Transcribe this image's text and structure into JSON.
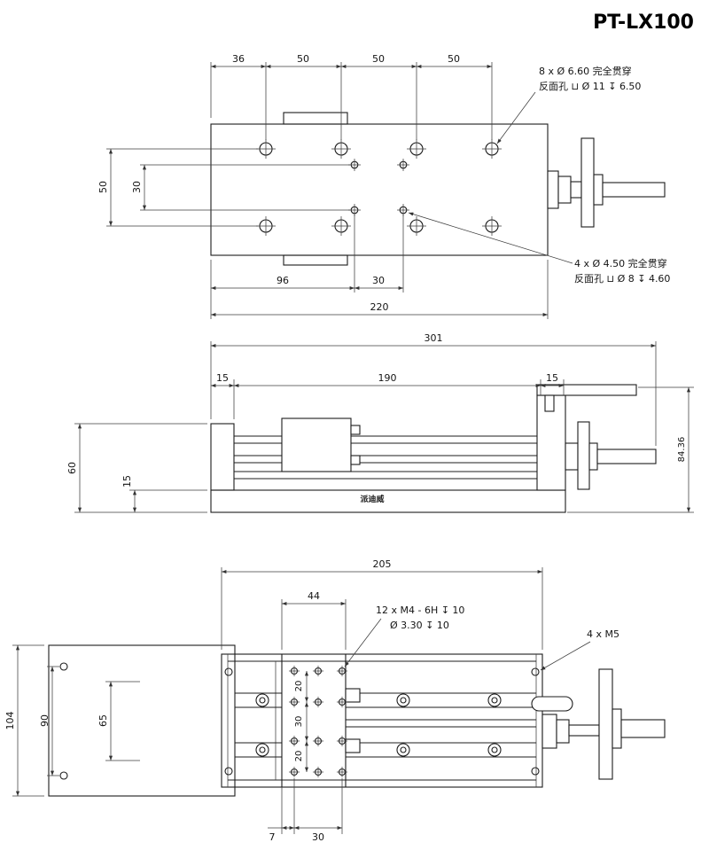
{
  "drawing": {
    "title": "PT-LX100",
    "line_color": "#1c1c1c",
    "background": "#ffffff"
  },
  "top_view": {
    "dim_36": "36",
    "dim_50_1": "50",
    "dim_50_2": "50",
    "dim_50_3": "50",
    "dim_50_v": "50",
    "dim_30_v": "30",
    "dim_96": "96",
    "dim_30_b": "30",
    "dim_220": "220",
    "note_cbore8_l1": "8 x Ø 6.60 完全贯穿",
    "note_cbore8_l2": "反面孔 ⊔ Ø 11 ↧ 6.50",
    "note_cbore4_l1": "4 x Ø 4.50 完全贯穿",
    "note_cbore4_l2": "反面孔 ⊔ Ø 8 ↧ 4.60"
  },
  "side_view": {
    "dim_301": "301",
    "dim_15_l": "15",
    "dim_190": "190",
    "dim_15_r": "15",
    "dim_60": "60",
    "dim_15_v": "15",
    "dim_84_36": "84.36",
    "watermark": "派迪威"
  },
  "bottom_view": {
    "dim_205": "205",
    "dim_44": "44",
    "dim_104": "104",
    "dim_90": "90",
    "dim_65": "65",
    "dim_20_t": "20",
    "dim_30_m": "30",
    "dim_20_b": "20",
    "dim_7": "7",
    "dim_30_b": "30",
    "note_m4_l1": "12 x M4 - 6H ↧ 10",
    "note_m4_l2": "Ø 3.30 ↧ 10",
    "note_m5": "4 x M5"
  }
}
